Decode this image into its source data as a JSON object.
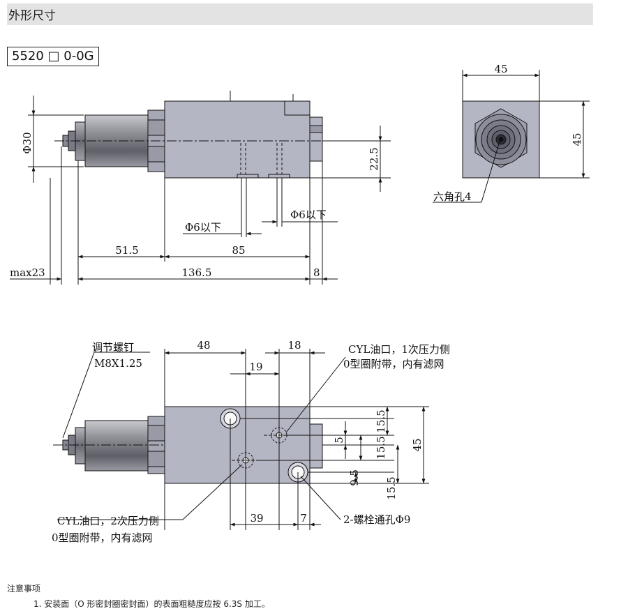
{
  "header": {
    "title": "外形尺寸"
  },
  "model": {
    "code": "5520 □ 0-0G"
  },
  "top_view": {
    "dims": {
      "d30": "Φ30",
      "d22_5": "22.5",
      "d51_5": "51.5",
      "d85": "85",
      "d136_5": "136.5",
      "d8": "8",
      "max23": "max23",
      "phi6_a": "Φ6以下",
      "phi6_b": "Φ6以下"
    }
  },
  "end_view": {
    "width": "45",
    "height": "45",
    "hex_label": "六角孔4"
  },
  "bottom_view": {
    "screw_label_1": "调节螺钉",
    "screw_label_2": "M8X1.25",
    "port1_label_1": "CYL油口，1次压力侧",
    "port1_label_2": "0型圈附带，内有滤网",
    "port2_label_1": "CYL油口，2次压力侧",
    "port2_label_2": "0型圈附带，内有滤网",
    "bolt_label": "2-螺栓通孔Φ9",
    "dims": {
      "d48": "48",
      "d18": "18",
      "d19": "19",
      "d39": "39",
      "d7": "7",
      "d45": "45",
      "d15_5a": "15.5",
      "d5": "5",
      "d15_5b": "15.5",
      "d9_5": "9.5",
      "d15_5c": "15.5"
    }
  },
  "notes": {
    "title": "注意事项",
    "item1": "1. 安装面（O 形密封圈密封面）的表面粗糙度应按 6.3S 加工。"
  }
}
